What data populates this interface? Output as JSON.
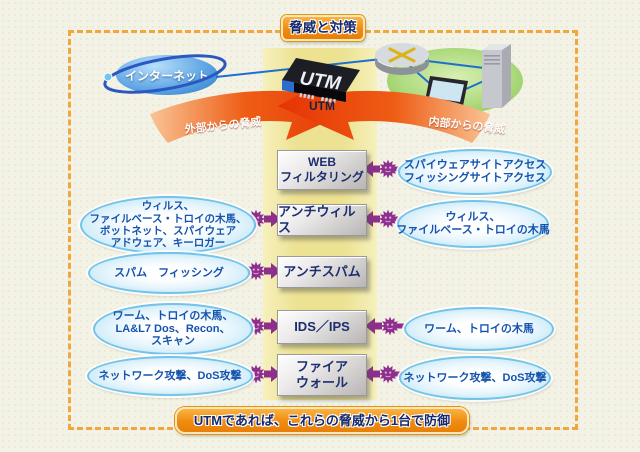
{
  "title": "脅威と対策",
  "footer": "UTMであれば、これらの脅威から1台で防御",
  "network": {
    "internet_label": "インターネット",
    "utm_device_label": "UTM",
    "utm_caption": "UTM"
  },
  "threat_arrows": {
    "external": "外部からの脅威",
    "internal": "内部からの脅威"
  },
  "rows": [
    {
      "feature_lines": [
        "WEB",
        "フィルタリング"
      ],
      "left_threat_lines": [],
      "right_threat_lines": [
        "スパイウェアサイトアクセス",
        "フィッシングサイトアクセス"
      ]
    },
    {
      "feature_lines": [
        "アンチウィルス"
      ],
      "left_threat_lines": [
        "ウィルス、",
        "ファイルベース・トロイの木馬、",
        "ボットネット、スパイウェア",
        "アドウェア、キーロガー"
      ],
      "right_threat_lines": [
        "ウィルス、",
        "ファイルベース・トロイの木馬"
      ]
    },
    {
      "feature_lines": [
        "アンチスパム"
      ],
      "left_threat_lines": [
        "スパム　フィッシング"
      ],
      "right_threat_lines": []
    },
    {
      "feature_lines": [
        "IDS／IPS"
      ],
      "left_threat_lines": [
        "ワーム、トロイの木馬、",
        "LA&L7 Dos、Recon、",
        "スキャン"
      ],
      "right_threat_lines": [
        "ワーム、トロイの木馬"
      ]
    },
    {
      "feature_lines": [
        "ファイア",
        "ウォール"
      ],
      "left_threat_lines": [
        "ネットワーク攻撃、DoS攻撃"
      ],
      "right_threat_lines": [
        "ネットワーク攻撃、DoS攻撃"
      ]
    }
  ],
  "colors": {
    "accent_orange": "#f09a1f",
    "badge_text_navy": "#16296b",
    "threat_purple": "#8e2f8e",
    "red_arrow": "#e93a0a",
    "ellipse_border_blue": "#74c3e9",
    "ellipse_text_blue": "#1553ae",
    "column_yellow": "#ece292"
  }
}
